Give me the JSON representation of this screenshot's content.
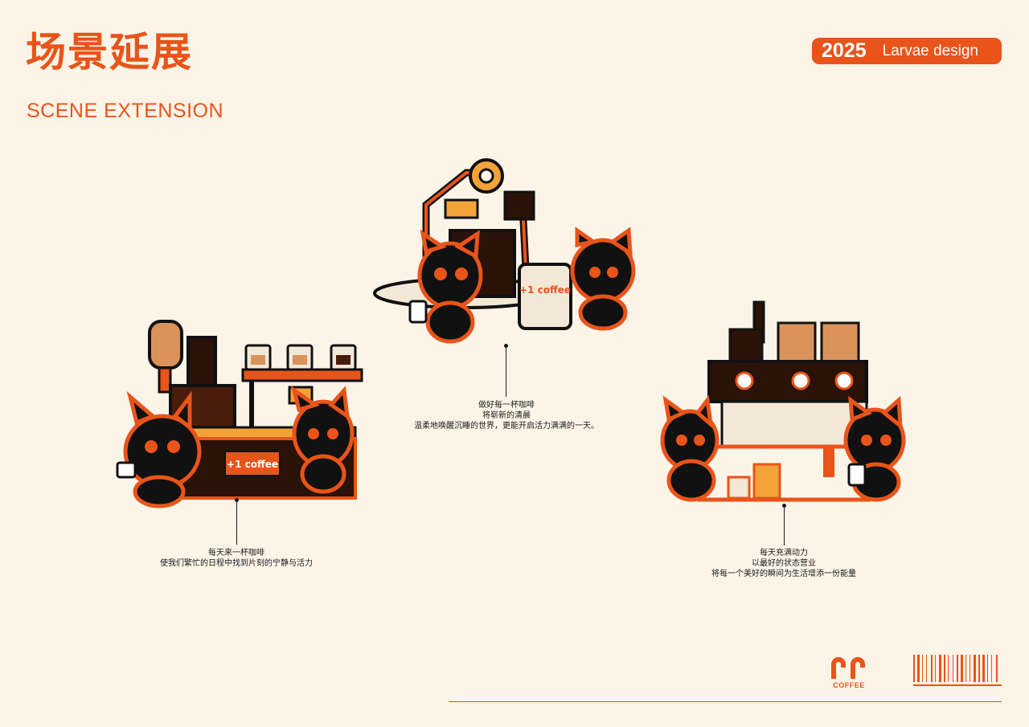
{
  "header": {
    "title_cn": "场景延展",
    "title_en": "SCENE EXTENSION"
  },
  "badge": {
    "year": "2025",
    "studio": "Larvae design"
  },
  "scenes": [
    {
      "sign_text": "+1 coffee",
      "caption": [
        "每天来一杯咖啡",
        "使我们繁忙的日程中找到片刻的宁静与活力"
      ]
    },
    {
      "sign_text": "+1 coffee",
      "caption": [
        "做好每一杯咖啡",
        "将崭新的清晨",
        "温柔地唤醒沉睡的世界，更能开启活力满满的一天。"
      ]
    },
    {
      "sign_text": "",
      "caption": [
        "每天充满动力",
        "以最好的状态营业",
        "将每一个美好的瞬间为生活增添一份能量"
      ]
    }
  ],
  "footer": {
    "logo_text": "COFFEE"
  },
  "colors": {
    "accent": "#e8541a",
    "dark": "#2a1208",
    "brown": "#4a1c0a",
    "tan": "#d9935a",
    "cream": "#f3e8d8",
    "background": "#fdf4e8"
  }
}
